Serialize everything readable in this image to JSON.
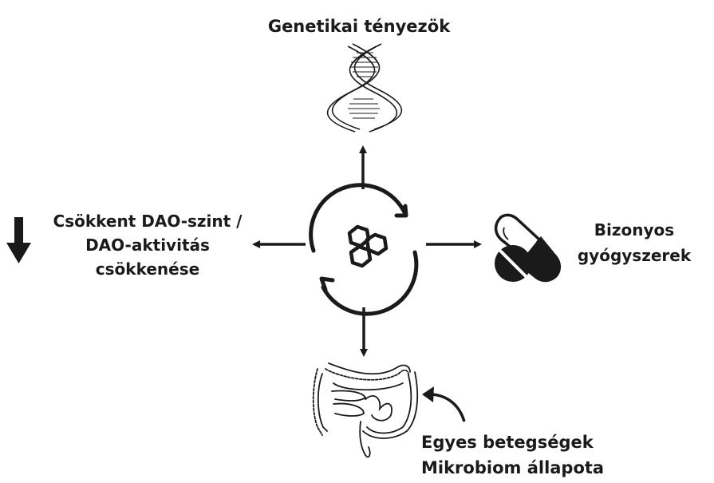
{
  "diagram": {
    "center": {
      "icon": "cycle-molecule-icon",
      "description": "histamine metabolism cycle"
    },
    "top": {
      "label": "Genetikai tényezök",
      "icon": "dna-icon"
    },
    "left": {
      "lines": [
        "Csökkent DAO-szint /",
        "DAO-aktivitás",
        "csökkenése"
      ],
      "icon": "down-arrow-icon"
    },
    "right": {
      "lines": [
        "Bizonyos",
        "gyógyszerek"
      ],
      "icon": "pills-icon"
    },
    "bottom": {
      "icon": "intestine-icon"
    },
    "bottom_right": {
      "lines": [
        "Egyes betegségek",
        "Mikrobiom állapota"
      ],
      "icon": "curved-arrow-icon"
    }
  },
  "colors": {
    "ink": "#1a1a1a",
    "background": "#ffffff"
  }
}
